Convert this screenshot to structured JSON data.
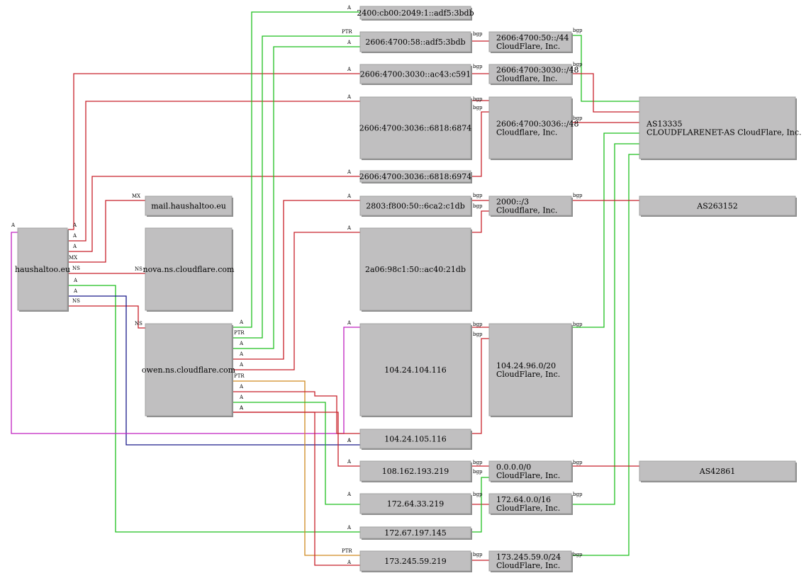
{
  "colors": {
    "red": "#c8202a",
    "green": "#1fbf1f",
    "navy": "#1a1a8a",
    "magenta": "#c020c0",
    "orange": "#d08a20"
  },
  "nodes": [
    {
      "id": "haushaltoo",
      "lines": [
        "haushaltoo.eu"
      ]
    },
    {
      "id": "mail",
      "lines": [
        "mail.haushaltoo.eu"
      ]
    },
    {
      "id": "nova",
      "lines": [
        "nova.ns.cloudflare.com"
      ]
    },
    {
      "id": "owen",
      "lines": [
        "owen.ns.cloudflare.com"
      ]
    },
    {
      "id": "ip6_2400",
      "lines": [
        "2400:cb00:2049:1::adf5:3bdb"
      ]
    },
    {
      "id": "ip6_2606_58",
      "lines": [
        "2606:4700:58::adf5:3bdb"
      ]
    },
    {
      "id": "ip6_3030",
      "lines": [
        "2606:4700:3030::ac43:c591"
      ]
    },
    {
      "id": "ip6_6874",
      "lines": [
        "2606:4700:3036::6818:6874"
      ]
    },
    {
      "id": "ip6_6974",
      "lines": [
        "2606:4700:3036::6818:6974"
      ]
    },
    {
      "id": "ip6_2803",
      "lines": [
        "2803:f800:50::6ca2:c1db"
      ]
    },
    {
      "id": "ip6_2a06",
      "lines": [
        "2a06:98c1:50::ac40:21db"
      ]
    },
    {
      "id": "ip_104_116",
      "lines": [
        "104.24.104.116"
      ]
    },
    {
      "id": "ip_105_116",
      "lines": [
        "104.24.105.116"
      ]
    },
    {
      "id": "ip_108",
      "lines": [
        "108.162.193.219"
      ]
    },
    {
      "id": "ip_172_64",
      "lines": [
        "172.64.33.219"
      ]
    },
    {
      "id": "ip_172_67",
      "lines": [
        "172.67.197.145"
      ]
    },
    {
      "id": "ip_173",
      "lines": [
        "173.245.59.219"
      ]
    },
    {
      "id": "pfx_2606_50",
      "lines": [
        "2606:4700:50::/44",
        "CloudFlare, Inc."
      ]
    },
    {
      "id": "pfx_3030",
      "lines": [
        "2606:4700:3030::/48",
        "Cloudflare, Inc."
      ]
    },
    {
      "id": "pfx_3036",
      "lines": [
        "2606:4700:3036::/48",
        "Cloudflare, Inc."
      ]
    },
    {
      "id": "pfx_2000",
      "lines": [
        "2000::/3",
        "Cloudflare, Inc."
      ]
    },
    {
      "id": "pfx_104",
      "lines": [
        "104.24.96.0/20",
        "CloudFlare, Inc."
      ]
    },
    {
      "id": "pfx_0",
      "lines": [
        "0.0.0.0/0",
        "CloudFlare, Inc."
      ]
    },
    {
      "id": "pfx_172",
      "lines": [
        "172.64.0.0/16",
        "CloudFlare, Inc."
      ]
    },
    {
      "id": "pfx_173",
      "lines": [
        "173.245.59.0/24",
        "CloudFlare, Inc."
      ]
    },
    {
      "id": "as13335",
      "lines": [
        "AS13335",
        "CLOUDFLARENET-AS CloudFlare, Inc."
      ]
    },
    {
      "id": "as263152",
      "lines": [
        "AS263152"
      ]
    },
    {
      "id": "as42861",
      "lines": [
        "AS42861"
      ]
    }
  ],
  "edges": [
    {
      "from": "haushaltoo",
      "to": "ip6_3030",
      "label": "A",
      "color": "red"
    },
    {
      "from": "haushaltoo",
      "to": "ip6_6874",
      "label": "A",
      "color": "red"
    },
    {
      "from": "haushaltoo",
      "to": "ip6_6974",
      "label": "A",
      "color": "red"
    },
    {
      "from": "haushaltoo",
      "to": "mail",
      "label": "MX",
      "color": "red"
    },
    {
      "from": "haushaltoo",
      "to": "nova",
      "label": "NS",
      "color": "red"
    },
    {
      "from": "haushaltoo",
      "to": "owen",
      "label": "NS",
      "color": "red"
    },
    {
      "from": "haushaltoo",
      "to": "ip_172_67",
      "label": "A",
      "color": "green"
    },
    {
      "from": "haushaltoo",
      "to": "ip_105_116",
      "label": "A",
      "color": "navy"
    },
    {
      "from": "haushaltoo",
      "to": "ip_104_116",
      "label": "A",
      "color": "magenta"
    },
    {
      "from": "owen",
      "to": "ip6_2400",
      "label": "A",
      "color": "green"
    },
    {
      "from": "owen",
      "to": "ip6_2606_58",
      "label": "PTR",
      "color": "green"
    },
    {
      "from": "owen",
      "to": "ip6_2606_58",
      "label": "A",
      "color": "green"
    },
    {
      "from": "owen",
      "to": "ip6_2803",
      "label": "A",
      "color": "red"
    },
    {
      "from": "owen",
      "to": "ip6_2a06",
      "label": "A",
      "color": "red"
    },
    {
      "from": "owen",
      "to": "ip_173",
      "label": "PTR",
      "color": "orange"
    },
    {
      "from": "owen",
      "to": "ip_105_116",
      "label": "A",
      "color": "red"
    },
    {
      "from": "owen",
      "to": "ip_172_64",
      "label": "A",
      "color": "green"
    },
    {
      "from": "owen",
      "to": "ip_108",
      "label": "A",
      "color": "red"
    },
    {
      "from": "owen",
      "to": "ip_173",
      "label": "A",
      "color": "red"
    },
    {
      "from": "ip6_2606_58",
      "to": "pfx_2606_50",
      "label": "bgp",
      "color": "red"
    },
    {
      "from": "ip6_3030",
      "to": "pfx_3030",
      "label": "bgp",
      "color": "red"
    },
    {
      "from": "ip6_6874",
      "to": "pfx_3036",
      "label": "bgp",
      "color": "red"
    },
    {
      "from": "ip6_6974",
      "to": "pfx_3036",
      "label": "bgp",
      "color": "red"
    },
    {
      "from": "ip6_2803",
      "to": "pfx_2000",
      "label": "bgp",
      "color": "red"
    },
    {
      "from": "ip6_2a06",
      "to": "pfx_2000",
      "label": "bgp",
      "color": "red"
    },
    {
      "from": "ip_104_116",
      "to": "pfx_104",
      "label": "bgp",
      "color": "red"
    },
    {
      "from": "ip_105_116",
      "to": "pfx_104",
      "label": "bgp",
      "color": "red"
    },
    {
      "from": "ip_108",
      "to": "pfx_0",
      "label": "bgp",
      "color": "red"
    },
    {
      "from": "ip_172_64",
      "to": "pfx_172",
      "label": "bgp",
      "color": "red"
    },
    {
      "from": "ip_172_67",
      "to": "pfx_0",
      "label": "bgp",
      "color": "green"
    },
    {
      "from": "ip_173",
      "to": "pfx_173",
      "label": "bgp",
      "color": "red"
    },
    {
      "from": "pfx_2606_50",
      "to": "as13335",
      "label": "bgp",
      "color": "green"
    },
    {
      "from": "pfx_3030",
      "to": "as13335",
      "label": "bgp",
      "color": "red"
    },
    {
      "from": "pfx_3036",
      "to": "as13335",
      "label": "bgp",
      "color": "red"
    },
    {
      "from": "pfx_104",
      "to": "as13335",
      "label": "bgp",
      "color": "green"
    },
    {
      "from": "pfx_172",
      "to": "as13335",
      "label": "bgp",
      "color": "green"
    },
    {
      "from": "pfx_173",
      "to": "as13335",
      "label": "bgp",
      "color": "green"
    },
    {
      "from": "pfx_2000",
      "to": "as263152",
      "label": "bgp",
      "color": "red"
    },
    {
      "from": "pfx_0",
      "to": "as42861",
      "label": "bgp",
      "color": "red"
    }
  ]
}
